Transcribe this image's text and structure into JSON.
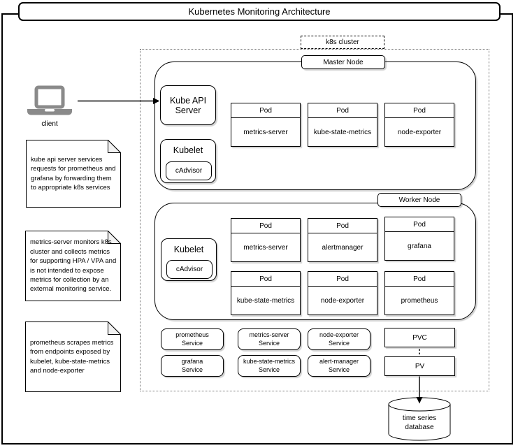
{
  "title": "Kubernetes Monitoring Architecture",
  "client": {
    "label": "client"
  },
  "notes": [
    {
      "text": "kube api server services\nrequests for prometheus and\ngrafana by forwarding them\nto appropriate k8s services"
    },
    {
      "text": "metrics-server monitors k8s\ncluster and collects metrics\nfor supporting HPA / VPA and\nis not intended to expose\nmetrics for collection by an\nexternal monitoring service."
    },
    {
      "text": "prometheus scrapes metrics\nfrom endpoints exposed by\nkubelet, kube-state-metrics\nand node-exporter"
    }
  ],
  "cluster": {
    "label": "k8s cluster",
    "master_node": {
      "label": "Master Node",
      "kube_api_server": "Kube API\nServer",
      "kubelet": "Kubelet",
      "cadvisor": "cAdvisor",
      "pods": [
        {
          "header": "Pod",
          "name": "metrics-server"
        },
        {
          "header": "Pod",
          "name": "kube-state-metrics"
        },
        {
          "header": "Pod",
          "name": "node-exporter"
        }
      ]
    },
    "worker_node": {
      "label": "Worker Node",
      "kubelet": "Kubelet",
      "cadvisor": "cAdvisor",
      "pods_row1": [
        {
          "header": "Pod",
          "name": "metrics-server"
        },
        {
          "header": "Pod",
          "name": "alertmanager"
        },
        {
          "header": "Pod",
          "name": "grafana"
        }
      ],
      "pods_row2": [
        {
          "header": "Pod",
          "name": "kube-state-metrics"
        },
        {
          "header": "Pod",
          "name": "node-exporter"
        },
        {
          "header": "Pod",
          "name": "prometheus"
        }
      ]
    },
    "services_row1": [
      {
        "label": "prometheus\nService"
      },
      {
        "label": "metrics-server\nService"
      },
      {
        "label": "node-exporter\nService"
      }
    ],
    "services_row2": [
      {
        "label": "grafana\nService"
      },
      {
        "label": "kube-state-metrics\nService"
      },
      {
        "label": "alert-manager\nService"
      }
    ],
    "pvc": "PVC",
    "pv": "PV"
  },
  "database": {
    "label": "time series\ndatabase"
  }
}
